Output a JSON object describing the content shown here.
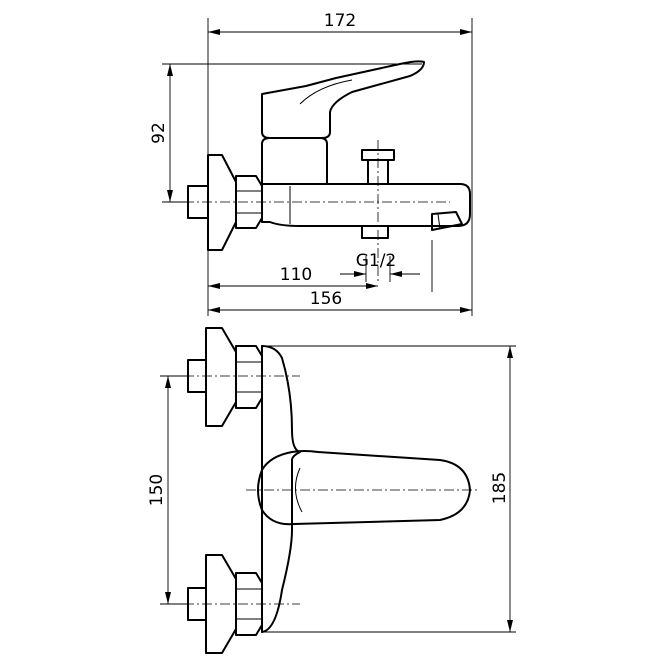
{
  "drawing": {
    "views": [
      "side-view",
      "front-view"
    ],
    "dimensions": {
      "overall_width": "172",
      "height": "92",
      "spout_to_outlet": "110",
      "thread": "G1/2",
      "body_depth": "156",
      "inlet_spacing": "150",
      "body_height": "185"
    }
  }
}
